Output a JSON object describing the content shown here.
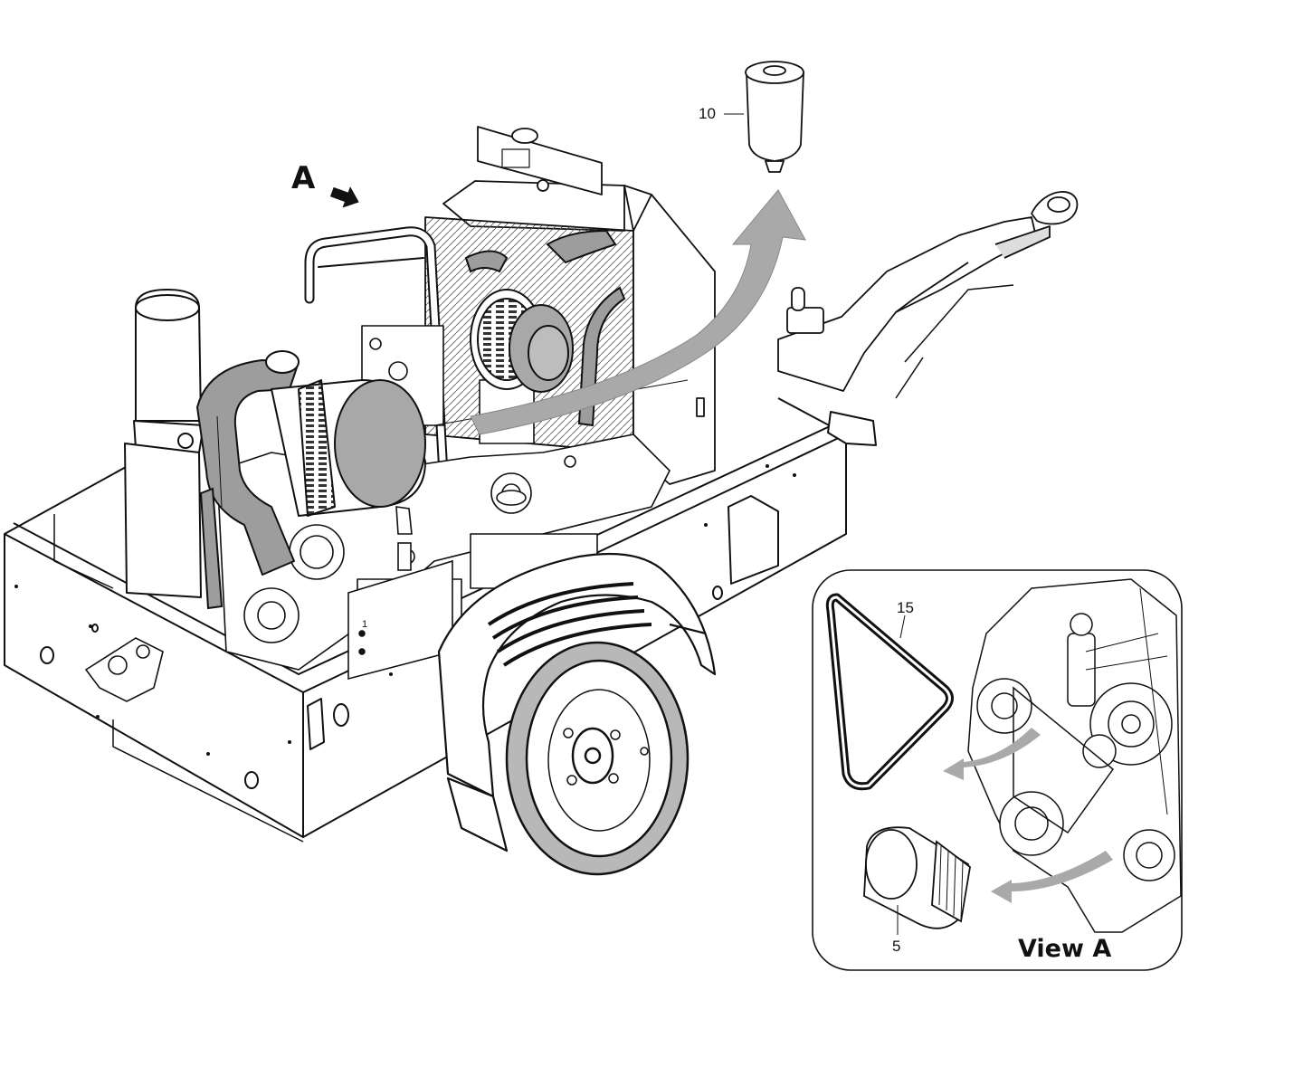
{
  "diagram": {
    "view_marker": "A",
    "callouts": {
      "fuel_filter": "10",
      "belt": "15",
      "oil_filter": "5",
      "panel_number": "1"
    },
    "inset_title": "View A"
  },
  "colors": {
    "line": "#111111",
    "arrow_fill": "#a9a9a9",
    "tire_fill": "#b8b8b8",
    "hose_fill": "#9d9d9d",
    "background": "#ffffff"
  }
}
